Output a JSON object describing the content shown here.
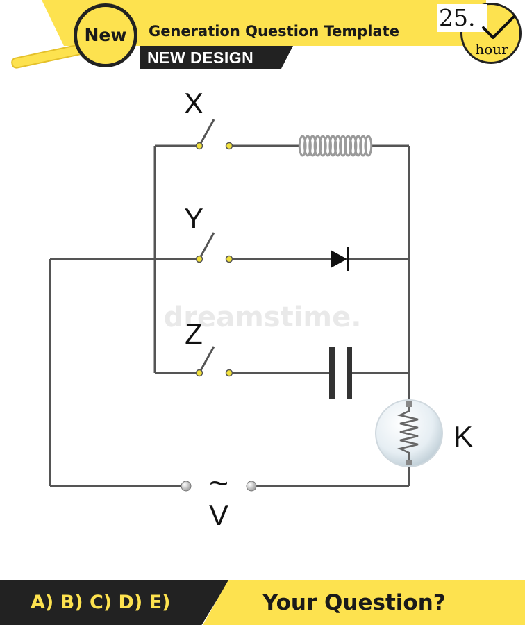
{
  "header": {
    "badge": "New",
    "title": "Generation Question Template",
    "subtitle": "NEW DESIGN",
    "timer_value": "25.",
    "timer_unit": "hour"
  },
  "circuit": {
    "switch_labels": [
      "X",
      "Y",
      "Z"
    ],
    "lamp_label": "K",
    "source_label": "V",
    "source_symbol": "~",
    "branch_components": [
      "inductor-coil",
      "diode",
      "capacitor"
    ],
    "wire_color": "#555555",
    "terminal_color": "#f2e13c"
  },
  "watermark": "dreamstime.",
  "footer": {
    "options": "A) B) C) D) E)",
    "question": "Your Question?"
  },
  "colors": {
    "accent": "#fde24f",
    "dark": "#222222"
  }
}
